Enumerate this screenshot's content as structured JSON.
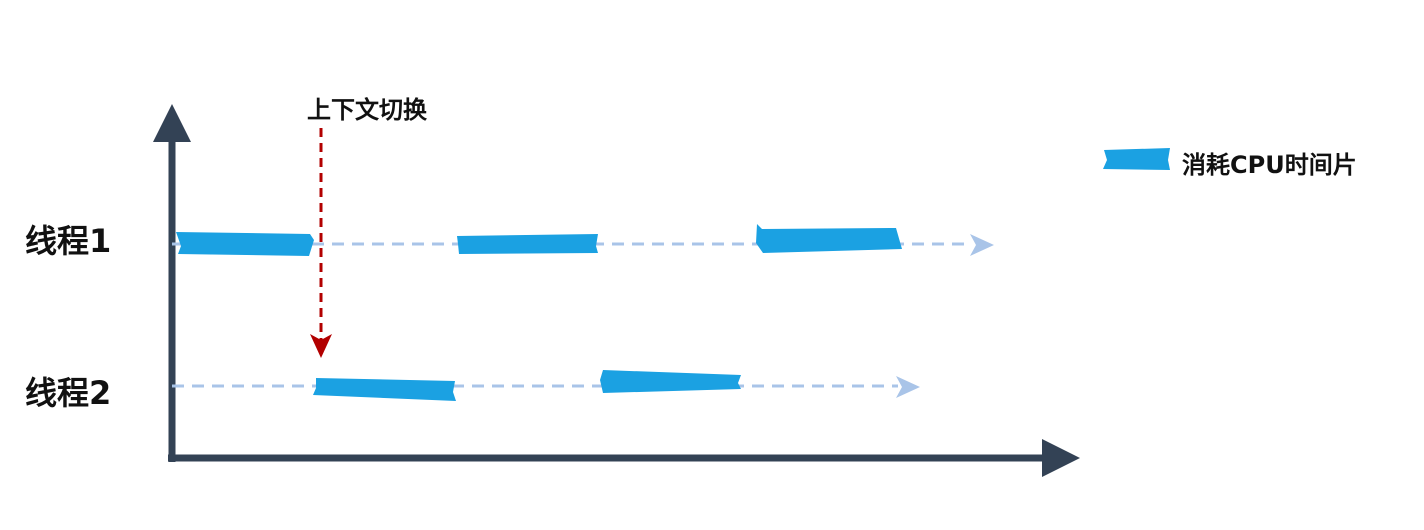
{
  "diagram": {
    "threads": [
      {
        "label": "线程1"
      },
      {
        "label": "线程2"
      }
    ],
    "context_switch_label": "上下文切换",
    "legend": {
      "label": "消耗CPU时间片"
    },
    "colors": {
      "axis": "#334255",
      "time_slice": "#1ba1e2",
      "timeline": "#a9c4e8",
      "context_switch": "#b20000"
    }
  }
}
